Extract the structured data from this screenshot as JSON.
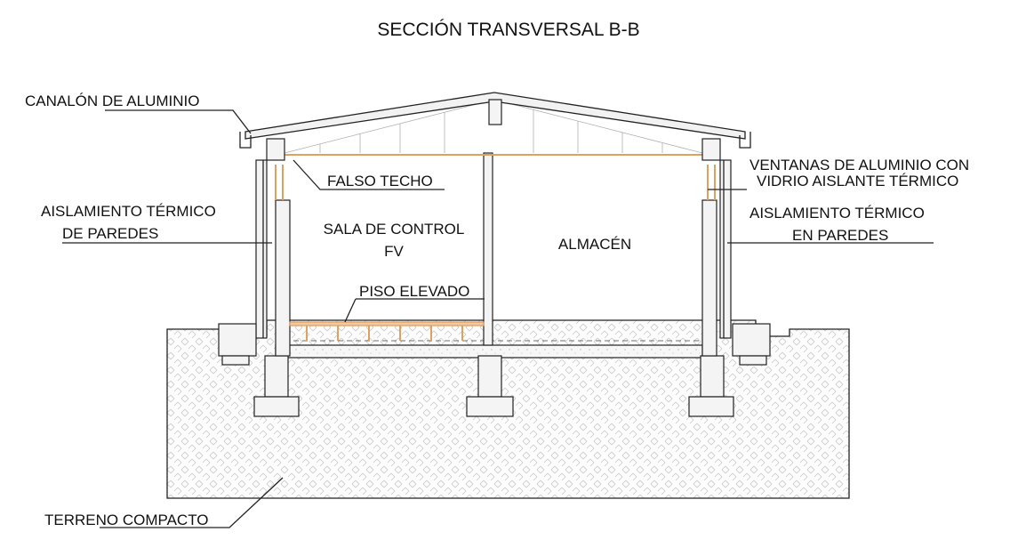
{
  "drawing": {
    "title": "SECCIÓN TRANSVERSAL B-B",
    "labels": {
      "canalon": "CANALÓN DE ALUMINIO",
      "falso_techo": "FALSO TECHO",
      "aislamiento_izq_1": "AISLAMIENTO TÉRMICO",
      "aislamiento_izq_2": "DE PAREDES",
      "sala_1": "SALA DE CONTROL",
      "sala_2": "FV",
      "almacen": "ALMACÉN",
      "piso_elevado": "PISO ELEVADO",
      "ventanas_1": "VENTANAS DE ALUMINIO CON",
      "ventanas_2": "VIDRIO AISLANTE TÉRMICO",
      "aislamiento_der_1": "AISLAMIENTO TÉRMICO",
      "aislamiento_der_2": "EN PAREDES",
      "terreno": "TERRENO COMPACTO"
    }
  }
}
